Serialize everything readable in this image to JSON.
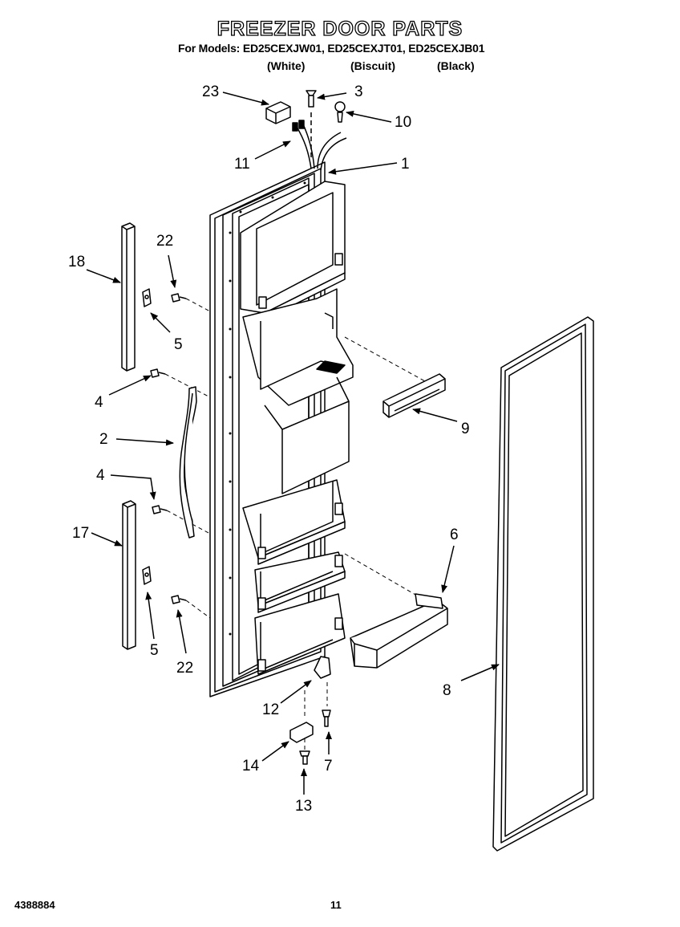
{
  "header": {
    "title": "FREEZER DOOR PARTS",
    "models": "For Models: ED25CEXJW01, ED25CEXJT01, ED25CEXJB01",
    "colors": [
      "(White)",
      "(Biscuit)",
      "(Black)"
    ]
  },
  "callouts": [
    "23",
    "3",
    "10",
    "11",
    "1",
    "22",
    "18",
    "5",
    "4",
    "2",
    "9",
    "4",
    "17",
    "6",
    "5",
    "22",
    "8",
    "12",
    "7",
    "14",
    "13"
  ],
  "footer": {
    "doc_number": "4388884",
    "page_number": "11"
  }
}
